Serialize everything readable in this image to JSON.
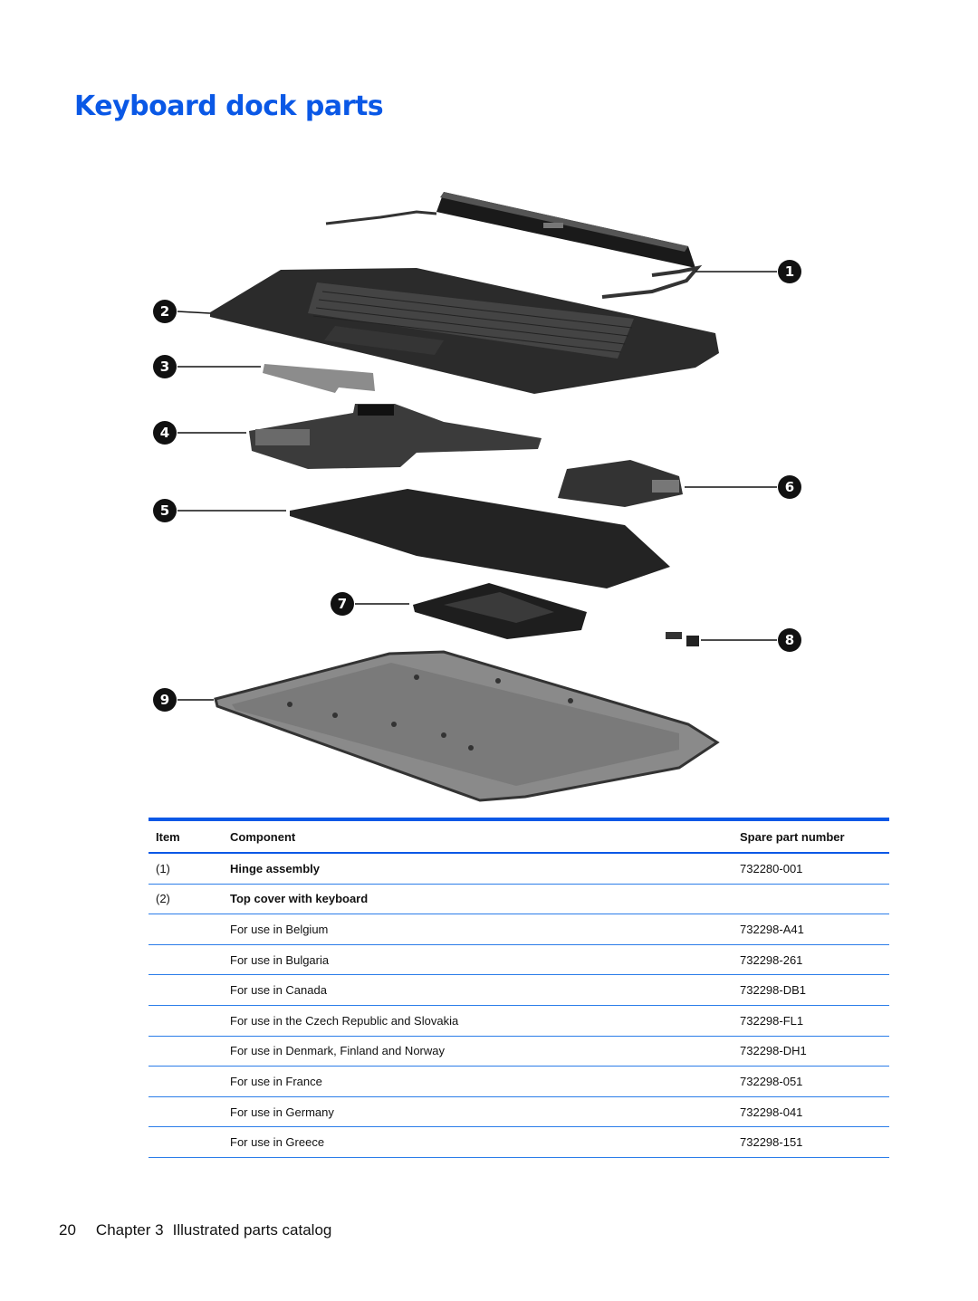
{
  "page": {
    "title": "Keyboard dock parts",
    "accent_color": "#0a58e6",
    "rule_color": "#2b7de9"
  },
  "figure": {
    "callouts": [
      "1",
      "2",
      "3",
      "4",
      "5",
      "6",
      "7",
      "8",
      "9"
    ]
  },
  "table": {
    "headers": {
      "item": "Item",
      "component": "Component",
      "spare": "Spare part number"
    },
    "rows": [
      {
        "item": "(1)",
        "component": "Hinge assembly",
        "spare": "732280-001",
        "bold": true
      },
      {
        "item": "(2)",
        "component": "Top cover with keyboard",
        "spare": "",
        "bold": true
      },
      {
        "item": "",
        "component": "For use in Belgium",
        "spare": "732298-A41",
        "bold": false
      },
      {
        "item": "",
        "component": "For use in Bulgaria",
        "spare": "732298-261",
        "bold": false
      },
      {
        "item": "",
        "component": "For use in Canada",
        "spare": "732298-DB1",
        "bold": false
      },
      {
        "item": "",
        "component": "For use in the Czech Republic and Slovakia",
        "spare": "732298-FL1",
        "bold": false
      },
      {
        "item": "",
        "component": "For use in Denmark, Finland and Norway",
        "spare": "732298-DH1",
        "bold": false
      },
      {
        "item": "",
        "component": "For use in France",
        "spare": "732298-051",
        "bold": false
      },
      {
        "item": "",
        "component": "For use in Germany",
        "spare": "732298-041",
        "bold": false
      },
      {
        "item": "",
        "component": "For use in Greece",
        "spare": "732298-151",
        "bold": false
      }
    ]
  },
  "footer": {
    "page_number": "20",
    "chapter": "Chapter 3",
    "chapter_title": "Illustrated parts catalog"
  }
}
